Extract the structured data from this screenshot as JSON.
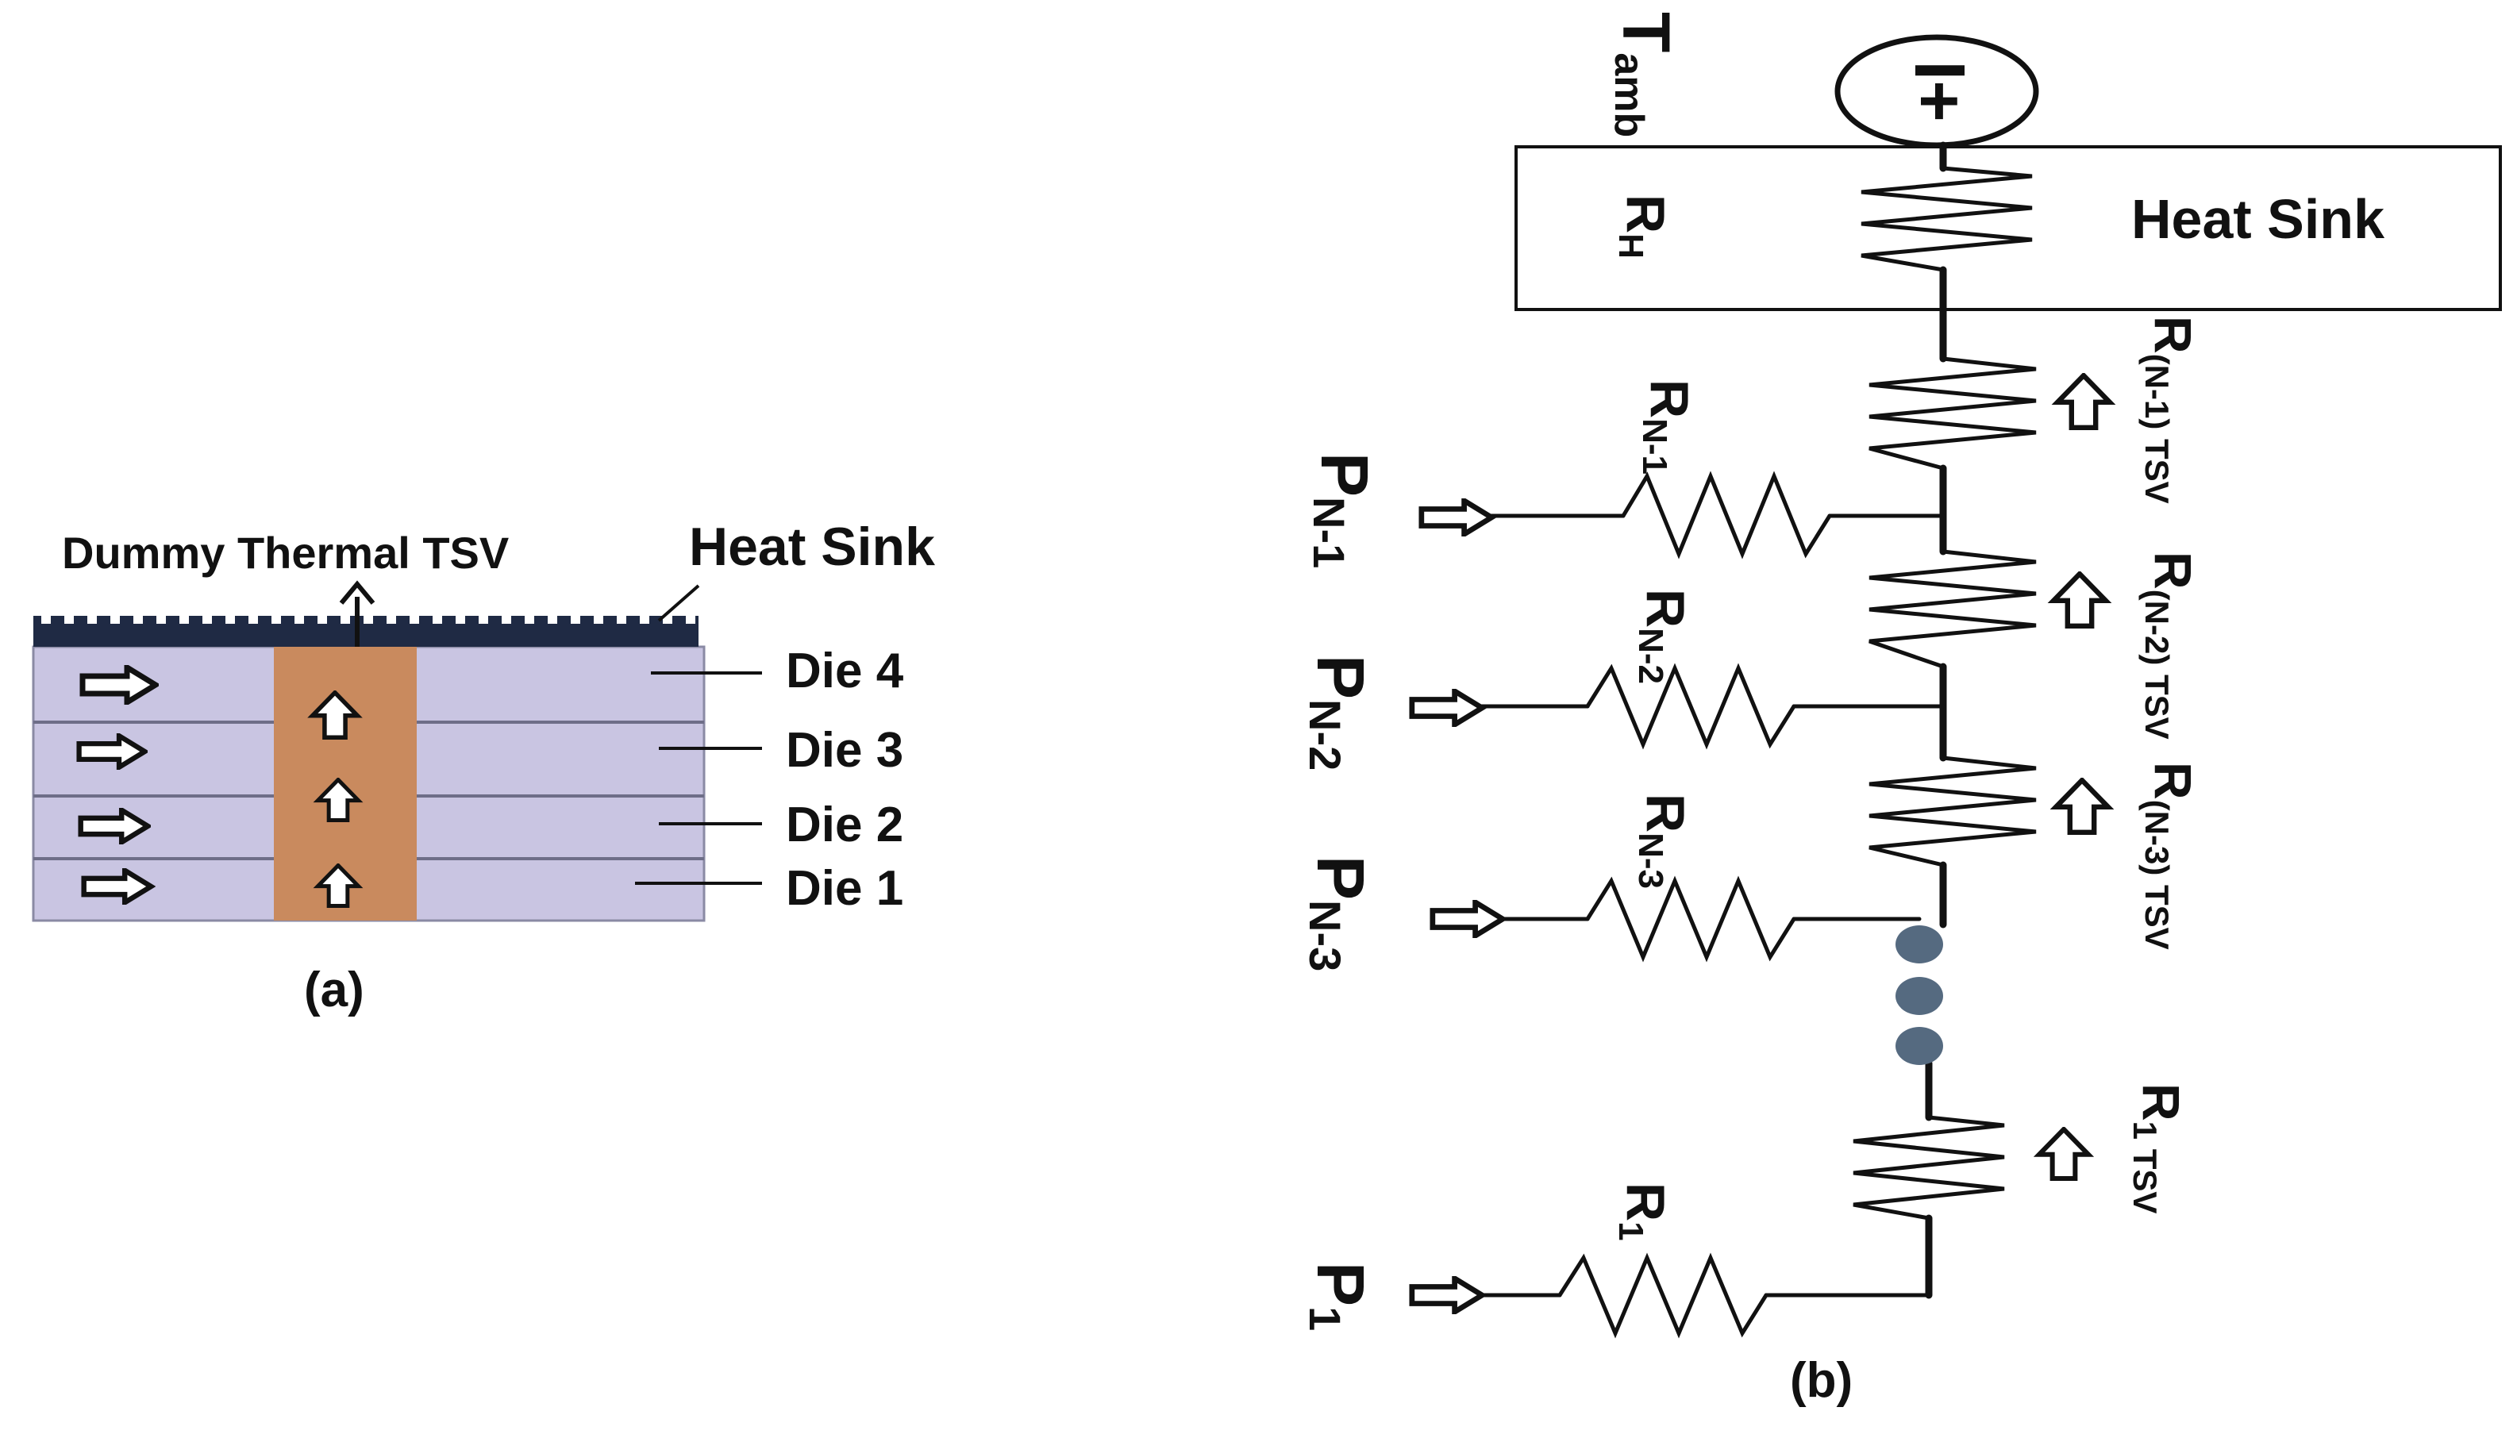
{
  "panel_a": {
    "caption": "(a)",
    "tsv_label": "Dummy Thermal TSV",
    "heat_sink_label": "Heat Sink",
    "dies": [
      "Die 4",
      "Die 3",
      "Die 2",
      "Die 1"
    ]
  },
  "panel_b": {
    "caption": "(b)",
    "t_amb": {
      "main": "T",
      "sub": "amb"
    },
    "source_symbol": "I+",
    "heat_sink_label": "Heat Sink",
    "r_h": {
      "main": "R",
      "sub": "H"
    },
    "rows": [
      {
        "p": {
          "main": "P",
          "sub": "N-1"
        },
        "r": {
          "main": "R",
          "sub": "N-1"
        },
        "rtsv": {
          "main": "R",
          "sub": "(N-1) TSV"
        }
      },
      {
        "p": {
          "main": "P",
          "sub": "N-2"
        },
        "r": {
          "main": "R",
          "sub": "N-2"
        },
        "rtsv": {
          "main": "R",
          "sub": "(N-2) TSV"
        }
      },
      {
        "p": {
          "main": "P",
          "sub": "N-3"
        },
        "r": {
          "main": "R",
          "sub": "N-3"
        },
        "rtsv": {
          "main": "R",
          "sub": "(N-3) TSV"
        }
      },
      {
        "p": {
          "main": "P",
          "sub": "1"
        },
        "r": {
          "main": "R",
          "sub": "1"
        },
        "rtsv": {
          "main": "R",
          "sub": "1 TSV"
        }
      }
    ]
  },
  "colors": {
    "die_fill": "#c9c5e2",
    "tsv_fill": "#c98a5e",
    "sink_fill": "#1f2a44",
    "dots": "#556a80",
    "line": "#111111"
  }
}
